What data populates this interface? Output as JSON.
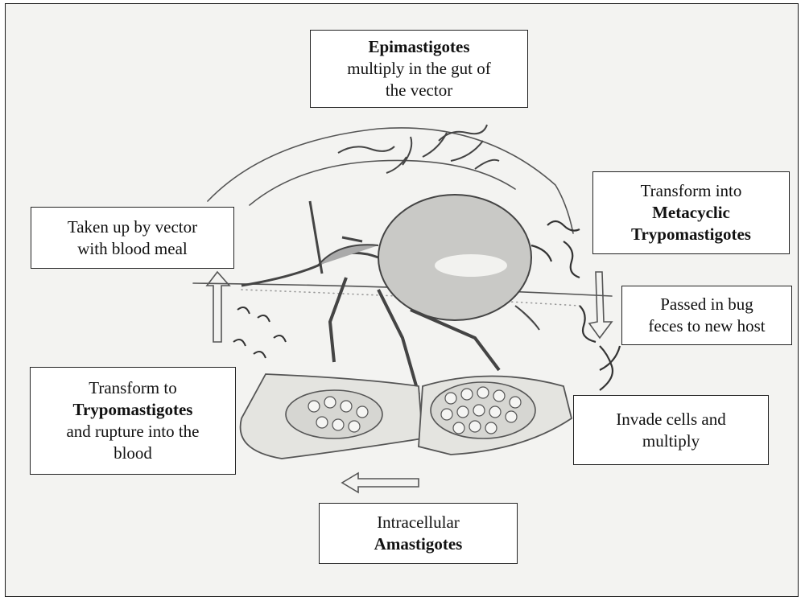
{
  "labels": {
    "epimastigotes": {
      "bold": "Epimastigotes",
      "line2": "multiply in the gut of",
      "line3": "the vector"
    },
    "metacyclic": {
      "line1": "Transform into",
      "bold1": "Metacyclic",
      "bold2": "Trypomastigotes"
    },
    "taken_up": {
      "line1": "Taken up by vector",
      "line2": "with blood meal"
    },
    "passed": {
      "line1": "Passed in bug",
      "line2": "feces to new host"
    },
    "transform_trypo": {
      "line1": "Transform to",
      "bold": "Trypomastigotes",
      "line3": "and rupture into the",
      "line4": "blood"
    },
    "invade": {
      "line1": "Invade cells and",
      "line2": "multiply"
    },
    "amastigotes": {
      "line1": "Intracellular",
      "bold": "Amastigotes"
    }
  }
}
